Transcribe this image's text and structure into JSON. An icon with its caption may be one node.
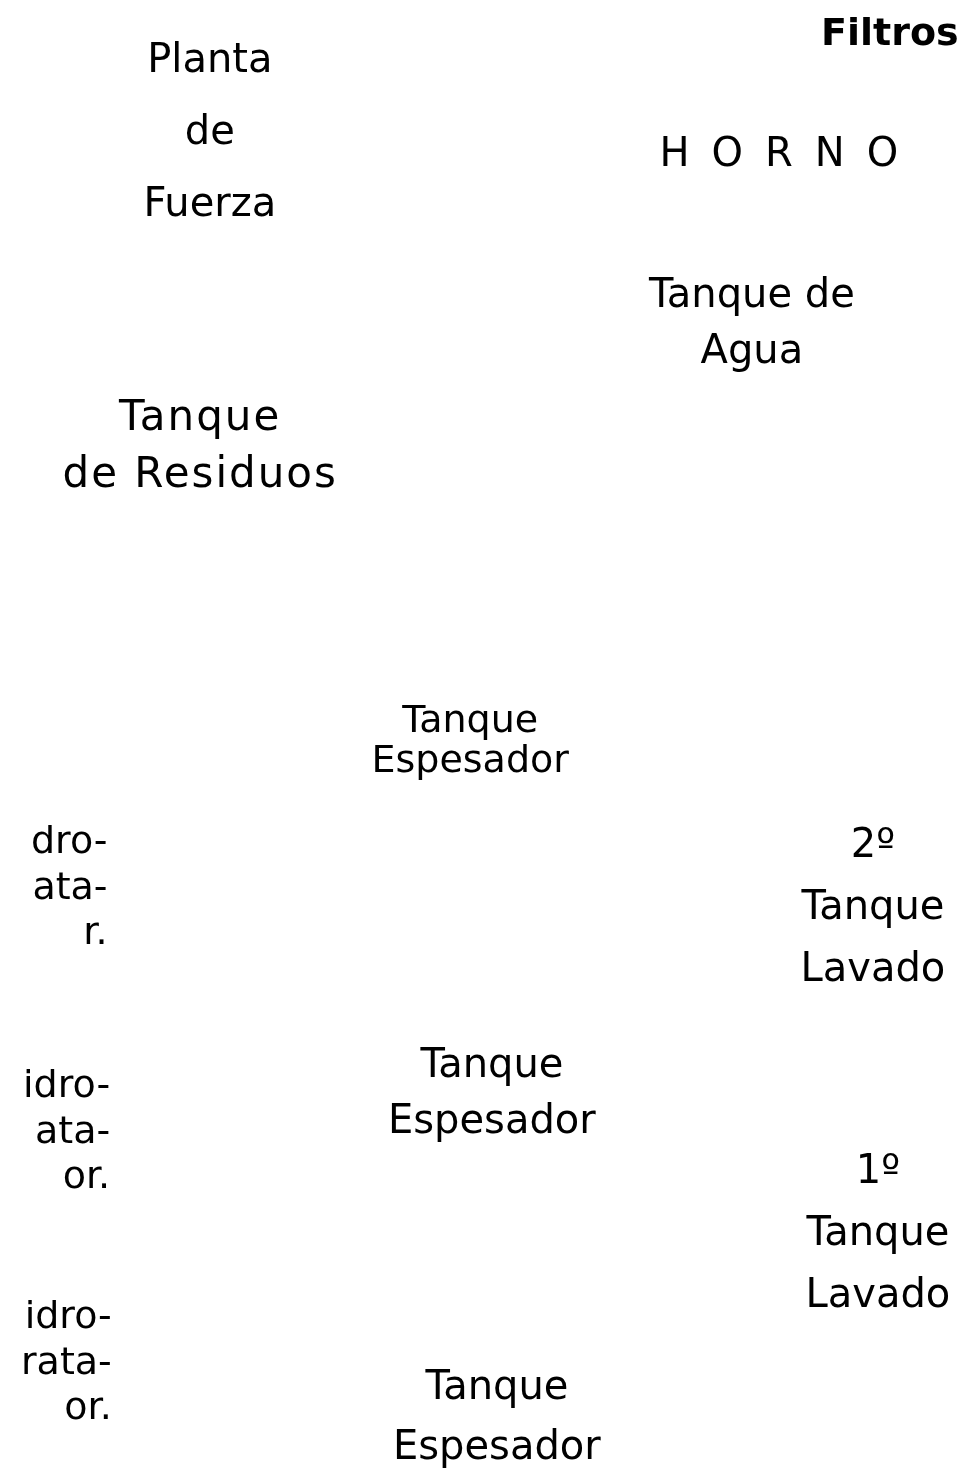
{
  "diagram": {
    "labels": [
      "Planta de Fuerza",
      "Filtros",
      "HORNO",
      "Tanque de Agua",
      "Tanque de Residuos",
      "Tanque Espesador",
      "dro- ata- r.",
      "2º Tanque Lavado",
      "idro- ata- or.",
      "Tanque Espesador",
      "1º Tanque Lavado",
      "idro- rata- or.",
      "Tanque Espesador"
    ]
  }
}
